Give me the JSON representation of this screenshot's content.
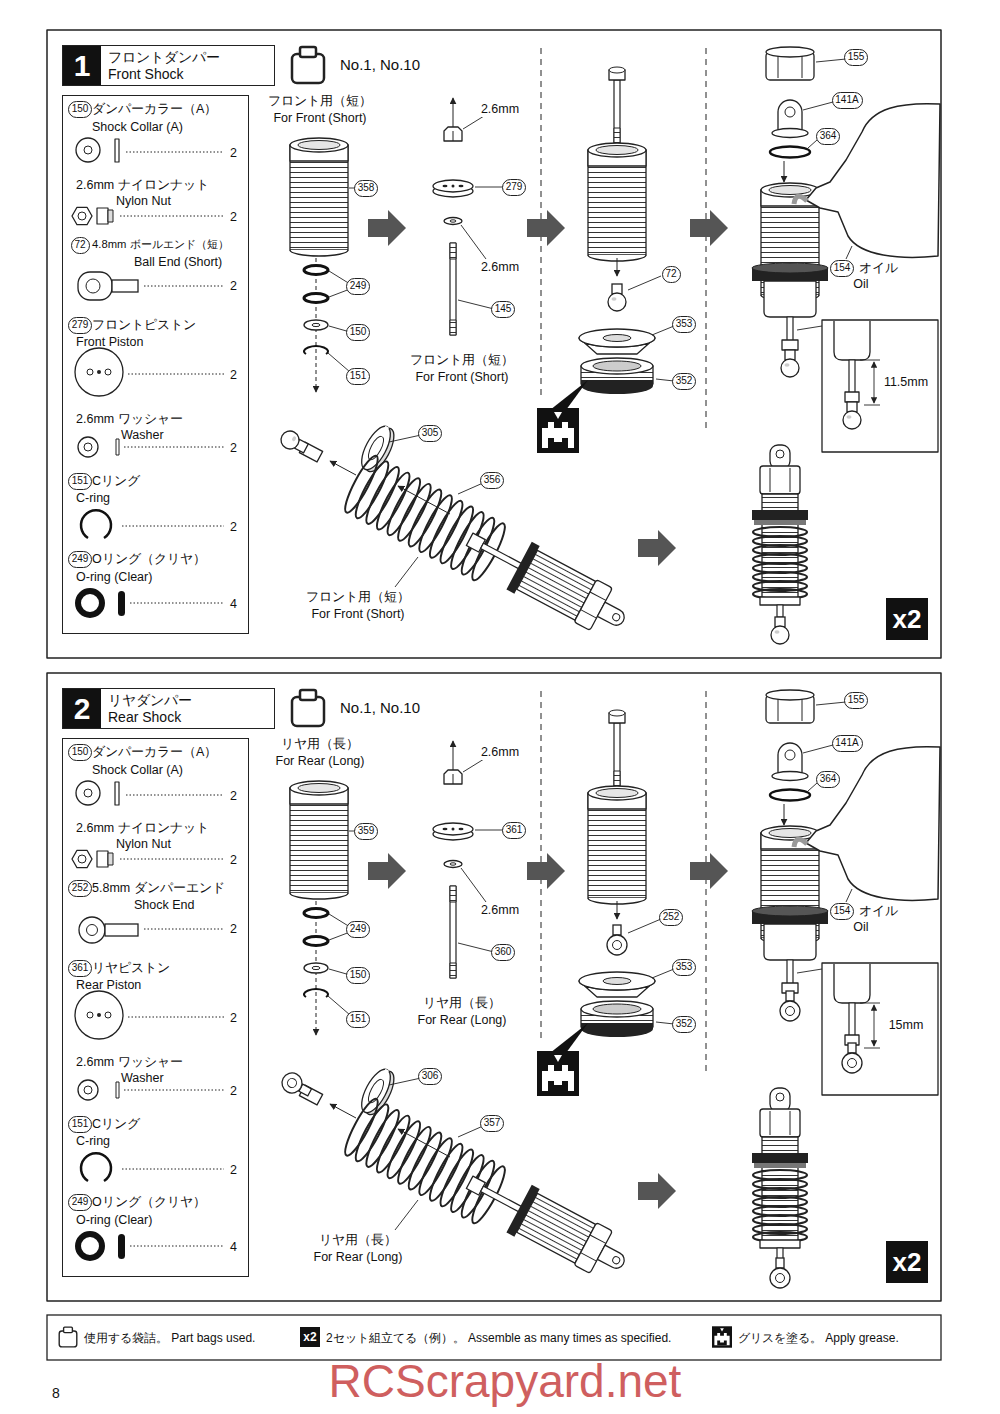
{
  "diagram": {
    "nodes": [
      {
        "text": [
          "フロントダンパー",
          "Front Shock"
        ]
      },
      {
        "text": [
          "1"
        ],
        "in": 0
      },
      {
        "text": [
          "ダンパーカラー（A）",
          "Shock Collar (A)",
          "2",
          "2.6mm ナイロンナット",
          "Nylon Nut",
          "2",
          "4.8mm ボールエンド（短）",
          "Ball End (Short)",
          "2",
          "フロントピストン",
          "Front Piston",
          "2",
          "2.6mm ワッシャー",
          "Washer",
          "2",
          "Cリング",
          "C-ring",
          "2",
          "Oリング（クリヤ）",
          "O-ring (Clear)",
          "4"
        ]
      },
      {
        "text": [
          "150"
        ],
        "in": 2
      },
      {
        "text": [
          "72"
        ],
        "in": 2
      },
      {
        "text": [
          "279"
        ],
        "in": 2
      },
      {
        "text": [
          "151"
        ],
        "in": 2
      },
      {
        "text": [
          "249"
        ],
        "in": 2
      },
      {
        "text": [
          "358"
        ]
      },
      {
        "text": [
          "249"
        ]
      },
      {
        "text": [
          "150"
        ]
      },
      {
        "text": [
          "151"
        ]
      },
      {
        "text": [
          "305"
        ]
      },
      {
        "text": [
          "356"
        ]
      },
      {
        "text": [
          "279"
        ]
      },
      {
        "text": [
          "145"
        ]
      },
      {
        "text": [
          "72"
        ]
      },
      {
        "text": [
          "353"
        ]
      },
      {
        "text": [
          "352"
        ]
      },
      {
        "text": [
          "155"
        ]
      },
      {
        "text": [
          "141A"
        ]
      },
      {
        "text": [
          "364"
        ]
      },
      {
        "text": [
          "154"
        ]
      },
      {
        "text": [
          "x2"
        ]
      },
      {
        "text": [
          "リヤダンパー",
          "Rear Shock"
        ]
      },
      {
        "text": [
          "2"
        ],
        "in": 24
      },
      {
        "text": [
          "ダンパーカラー（A）",
          "Shock Collar (A)",
          "2",
          "2.6mm ナイロンナット",
          "Nylon Nut",
          "2",
          "5.8mm ダンパーエンド",
          "Shock End",
          "2",
          "リヤピストン",
          "Rear Piston",
          "2",
          "2.6mm ワッシャー",
          "Washer",
          "2",
          "Cリング",
          "C-ring",
          "2",
          "Oリング（クリヤ）",
          "O-ring (Clear)",
          "4"
        ]
      },
      {
        "text": [
          "150"
        ],
        "in": 26
      },
      {
        "text": [
          "252"
        ],
        "in": 26
      },
      {
        "text": [
          "361"
        ],
        "in": 26
      },
      {
        "text": [
          "151"
        ],
        "in": 26
      },
      {
        "text": [
          "249"
        ],
        "in": 26
      },
      {
        "text": [
          "359"
        ]
      },
      {
        "text": [
          "249"
        ]
      },
      {
        "text": [
          "150"
        ]
      },
      {
        "text": [
          "151"
        ]
      },
      {
        "text": [
          "306"
        ]
      },
      {
        "text": [
          "357"
        ]
      },
      {
        "text": [
          "361"
        ]
      },
      {
        "text": [
          "360"
        ]
      },
      {
        "text": [
          "252"
        ]
      },
      {
        "text": [
          "353"
        ]
      },
      {
        "text": [
          "352"
        ]
      },
      {
        "text": [
          "155"
        ]
      },
      {
        "text": [
          "141A"
        ]
      },
      {
        "text": [
          "364"
        ]
      },
      {
        "text": [
          "154"
        ]
      },
      {
        "text": [
          "x2"
        ]
      }
    ],
    "labels": [
      "No.1, No.10",
      "フロント用（短）",
      "For Front (Short)",
      "2.6mm",
      "2.6mm",
      "フロント用（短）",
      "For Front (Short)",
      "オイル",
      "Oil",
      "11.5mm",
      "フロント用（短）",
      "For Front (Short)",
      "No.1, No.10",
      "リヤ用（長）",
      "For Rear (Long)",
      "2.6mm",
      "2.6mm",
      "リヤ用（長）",
      "For Rear (Long)",
      "オイル",
      "Oil",
      "15mm",
      "リヤ用（長）",
      "For Rear (Long)",
      "x2",
      "8",
      "RCScrapyard.net"
    ],
    "legend": [
      {
        "text": "使用する袋詰。 Part bags used."
      },
      {
        "text": "2セット組立てる（例）。 Assemble as many times as specified."
      },
      {
        "text": "グリスを塗る。 Apply grease."
      }
    ]
  }
}
